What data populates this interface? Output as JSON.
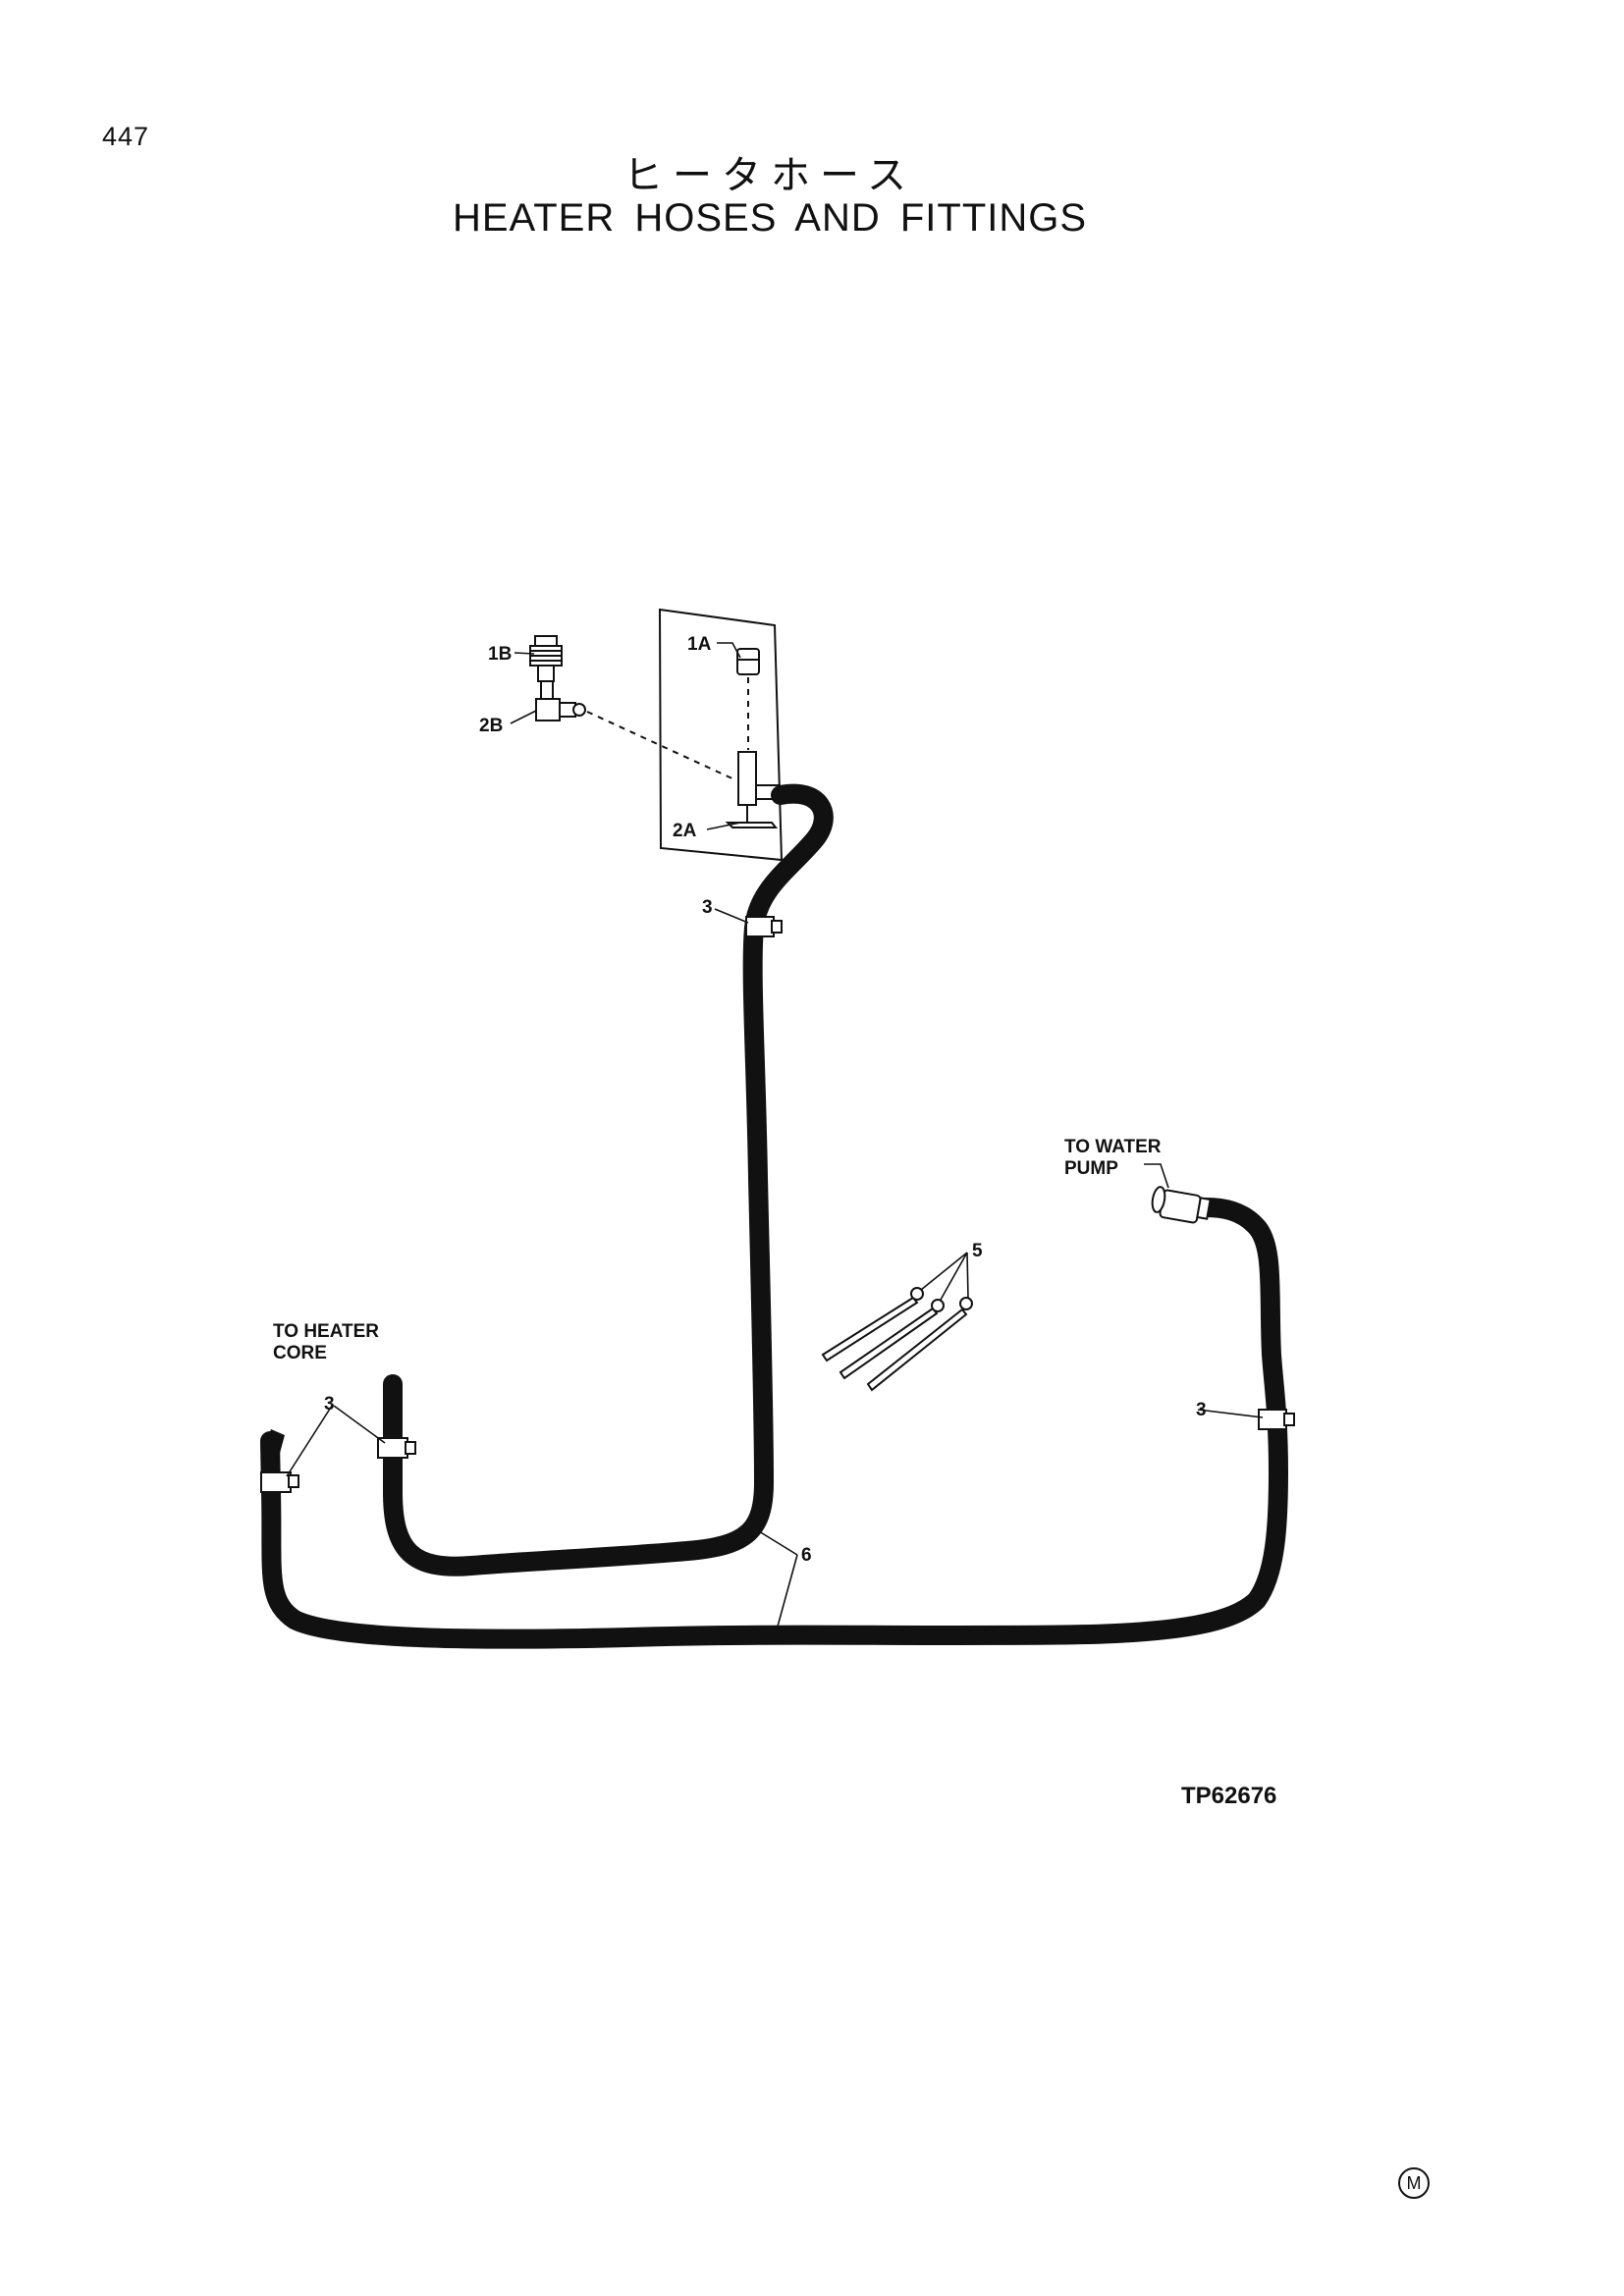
{
  "page": {
    "number": "447"
  },
  "title": {
    "japanese": "ヒータホース",
    "english": "HEATER HOSES AND FITTINGS"
  },
  "callouts": {
    "c1b": "1B",
    "c1a": "1A",
    "c2b": "2B",
    "c2a": "2A",
    "c3_top": "3",
    "c3_left": "3",
    "c3_right": "3",
    "c5": "5",
    "c6": "6"
  },
  "notes": {
    "to_water_line1": "TO WATER",
    "to_water_line2": "PUMP",
    "to_heater_line1": "TO HEATER",
    "to_heater_line2": "CORE"
  },
  "drawing_number": "TP62676",
  "mark": "M"
}
